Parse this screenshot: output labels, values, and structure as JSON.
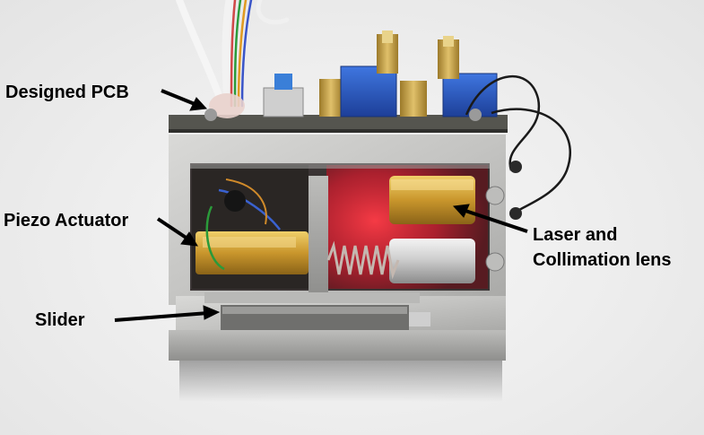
{
  "labels": {
    "pcb": "Designed PCB",
    "piezo": "Piezo Actuator",
    "slider": "Slider",
    "laser_line1": "Laser and",
    "laser_line2": "Collimation lens"
  },
  "colors": {
    "background": "#ececec",
    "aluminum": "#c9c9c7",
    "pcb": "#5a5a58",
    "potentiometer_blue": "#2a5bc4",
    "brass": "#c9a23c",
    "piezo_gold": "#d8a93a",
    "laser_red": "#ff2a3a"
  }
}
